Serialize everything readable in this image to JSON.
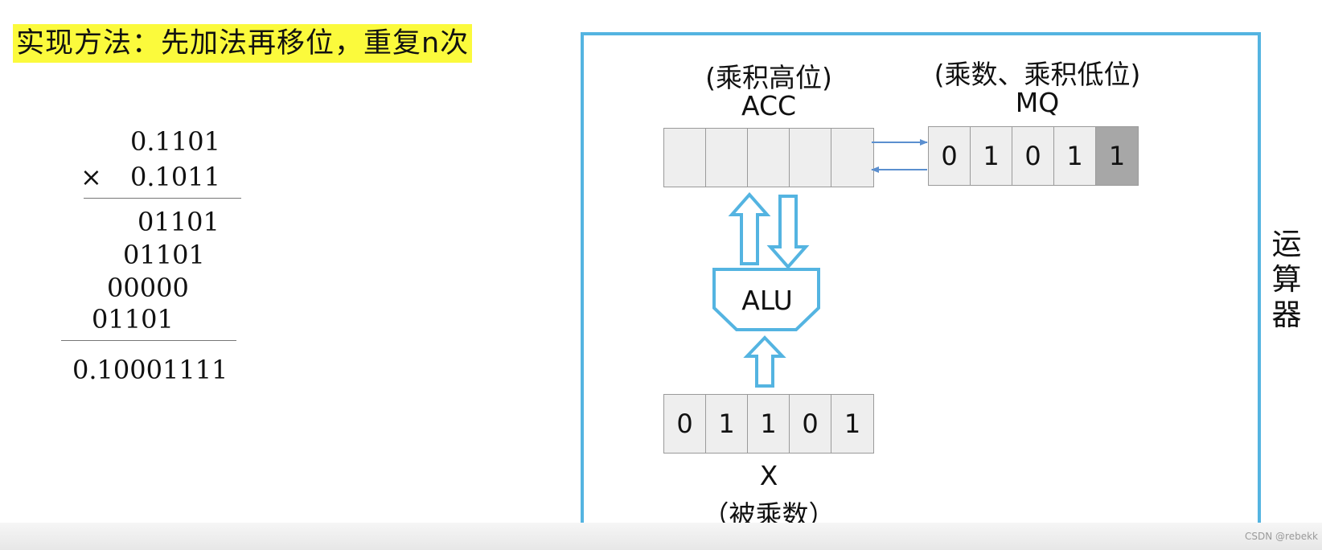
{
  "method_title": "实现方法：先加法再移位，重复n次",
  "calculation": {
    "multiplicand": "0.1101",
    "multiply_sign": "×",
    "multiplier": "0.1011",
    "partial_products": [
      "01101",
      "01101",
      "00000",
      "01101"
    ],
    "result": "0.10001111"
  },
  "acc": {
    "desc": "(乘积高位)",
    "name": "ACC",
    "cells": [
      "",
      "",
      "",
      "",
      ""
    ]
  },
  "mq": {
    "desc": "(乘数、乘积低位)",
    "name": "MQ",
    "cells": [
      "0",
      "1",
      "0",
      "1",
      "1"
    ],
    "highlighted_index": 4
  },
  "alu": {
    "label": "ALU"
  },
  "x_reg": {
    "cells": [
      "0",
      "1",
      "1",
      "0",
      "1"
    ],
    "name": "X",
    "desc": "（被乘数）"
  },
  "side_label": [
    "运",
    "算",
    "器"
  ],
  "watermark": "CSDN @rebekk",
  "colors": {
    "highlight": "#fbfa3c",
    "frame": "#54b4e1",
    "arrow_thin": "#5b8fcf",
    "cell_fill": "#eeeeee",
    "cell_highlight": "#a7a7a7"
  }
}
